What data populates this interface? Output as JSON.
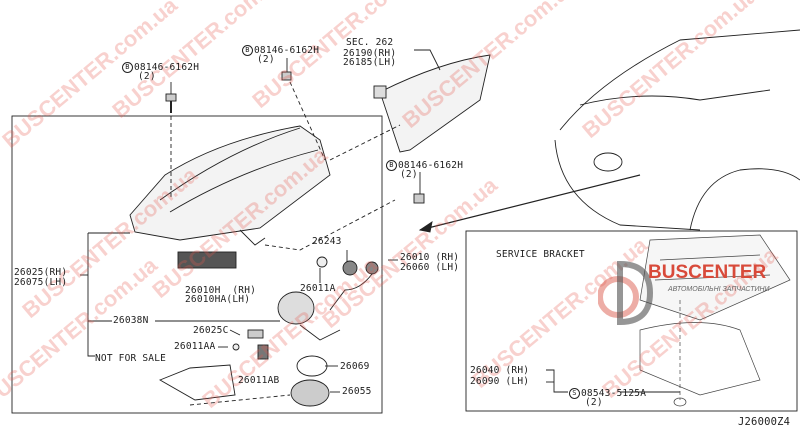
{
  "diagram_code": "J26000Z4",
  "watermark": {
    "text": "BUSCENTER.com.ua",
    "color": "#e65a50"
  },
  "logo": {
    "name": "BUSCENTER",
    "subtitle": "АВТОМОБІЛЬНІ ЗАПЧАСТИНИ",
    "accent": "#d84a3a"
  },
  "bolts": [
    {
      "symbol": "B",
      "part": "08146-6162H",
      "qty": "(2)"
    },
    {
      "symbol": "B",
      "part": "08146-6162H",
      "qty": "(2)"
    },
    {
      "symbol": "B",
      "part": "08146-6162H",
      "qty": "(2)"
    }
  ],
  "sec": {
    "ref": "SEC. 262",
    "rh": "26190(RH)",
    "lh": "26185(LH)"
  },
  "main": {
    "assembly_rh": "26025(RH)",
    "assembly_lh": "26075(LH)",
    "module_rh": "26010H  (RH)",
    "module_lh": "26010HA(LH)",
    "p26243": "26243",
    "p26011A": "26011A",
    "lamp_rh": "26010 (RH)",
    "lamp_lh": "26060 (LH)",
    "p26038N": "26038N",
    "p26025C": "26025C",
    "p26011AA": "26011AA",
    "not_for_sale": "NOT FOR SALE",
    "p26069": "26069",
    "p26011AB": "26011AB",
    "p26055": "26055"
  },
  "service": {
    "title": "SERVICE BRACKET",
    "rh": "26040 (RH)",
    "lh": "26090 (LH)",
    "screw_symbol": "S",
    "screw_part": "08543-5125A",
    "screw_qty": "(2)"
  }
}
